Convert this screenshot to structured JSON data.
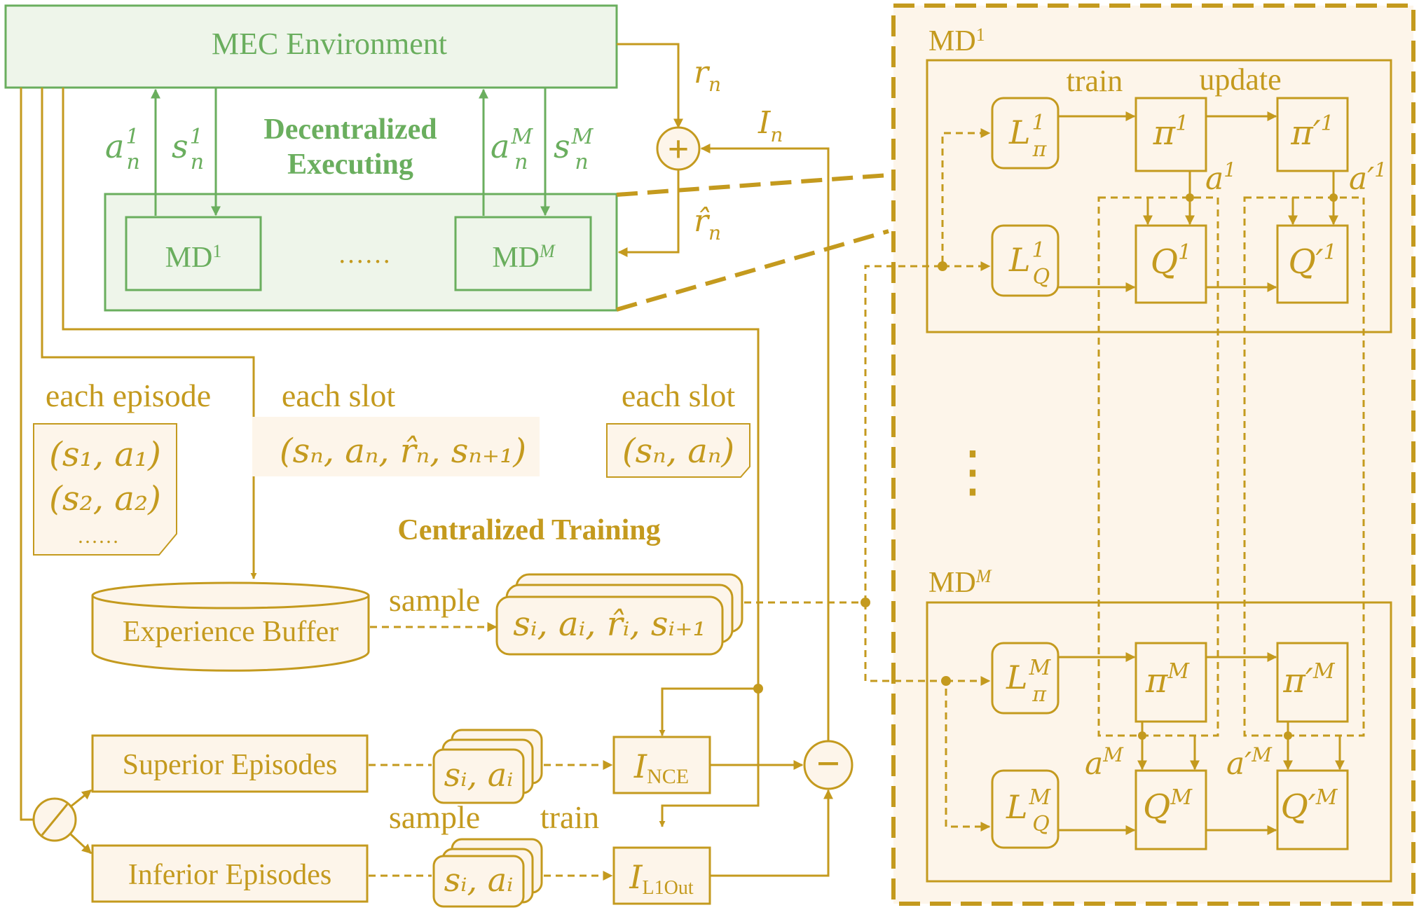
{
  "colors": {
    "gold": "#c49a1e",
    "gold_fill": "#fdf5ea",
    "green": "#6aae5e",
    "green_fill": "#eef5ea"
  },
  "environment": {
    "label": "MEC Environment",
    "decentralized_line1": "Decentralized",
    "decentralized_line2": "Executing",
    "device_first": "MD",
    "device_first_sup": "1",
    "device_last": "MD",
    "device_last_sup": "M",
    "device_ellipsis": "……"
  },
  "signals": {
    "a_first": {
      "base": "a",
      "sub": "n",
      "sup": "1"
    },
    "s_first": {
      "base": "s",
      "sub": "n",
      "sup": "1"
    },
    "a_last": {
      "base": "a",
      "sub": "n",
      "sup": "M"
    },
    "s_last": {
      "base": "s",
      "sub": "n",
      "sup": "M"
    },
    "reward": {
      "base": "r",
      "sub": "n"
    },
    "intrinsic": {
      "base": "I",
      "sub": "n"
    },
    "reward_hat": {
      "base": "r̂",
      "sub": "n"
    },
    "plus_symbol": "+",
    "minus_symbol": "−"
  },
  "memory": {
    "each_episode_label": "each episode",
    "episode_line1": "(s₁, a₁)",
    "episode_line2": "(s₂, a₂)",
    "episode_line3": "……",
    "each_slot_label_1": "each slot",
    "slot_tuple_1": "(sₙ, aₙ, r̂ₙ, sₙ₊₁)",
    "each_slot_label_2": "each slot",
    "slot_tuple_2": "(sₙ, aₙ)"
  },
  "training": {
    "title": "Centralized Training",
    "experience_buffer": "Experience Buffer",
    "sample_label_1": "sample",
    "batch_tuple": "sᵢ, aᵢ, r̂ᵢ, sᵢ₊₁",
    "superior_episodes": "Superior Episodes",
    "inferior_episodes": "Inferior Episodes",
    "pair_tuple_1": "sᵢ, aᵢ",
    "pair_tuple_2": "sᵢ, aᵢ",
    "sample_label_2": "sample",
    "train_label": "train",
    "nce_base": "I",
    "nce_sub": "NCE",
    "l1out_base": "I",
    "l1out_sub": "L1Out"
  },
  "agents": {
    "first": {
      "title": "MD",
      "title_sup": "1",
      "train_label": "train",
      "update_label": "update",
      "L_pi": {
        "base": "L",
        "sub": "π",
        "sup": "1"
      },
      "L_Q": {
        "base": "L",
        "sub": "Q",
        "sup": "1"
      },
      "pi": {
        "base": "π",
        "sup": "1"
      },
      "pi_target": {
        "base": "π′",
        "sup": "1"
      },
      "Q": {
        "base": "Q",
        "sup": "1"
      },
      "Q_target": {
        "base": "Q′",
        "sup": "1"
      },
      "action": {
        "base": "a",
        "sup": "1"
      },
      "action_target": {
        "base": "a′",
        "sup": "1"
      }
    },
    "vertical_ellipsis": "⋮",
    "last": {
      "title": "MD",
      "title_sup": "M",
      "L_pi": {
        "base": "L",
        "sub": "π",
        "sup": "M"
      },
      "L_Q": {
        "base": "L",
        "sub": "Q",
        "sup": "M"
      },
      "pi": {
        "base": "π",
        "sup": "M"
      },
      "pi_target": {
        "base": "π′",
        "sup": "M"
      },
      "Q": {
        "base": "Q",
        "sup": "M"
      },
      "Q_target": {
        "base": "Q′",
        "sup": "M"
      },
      "action": {
        "base": "a",
        "sup": "M"
      },
      "action_target": {
        "base": "a′",
        "sup": "M"
      }
    }
  }
}
